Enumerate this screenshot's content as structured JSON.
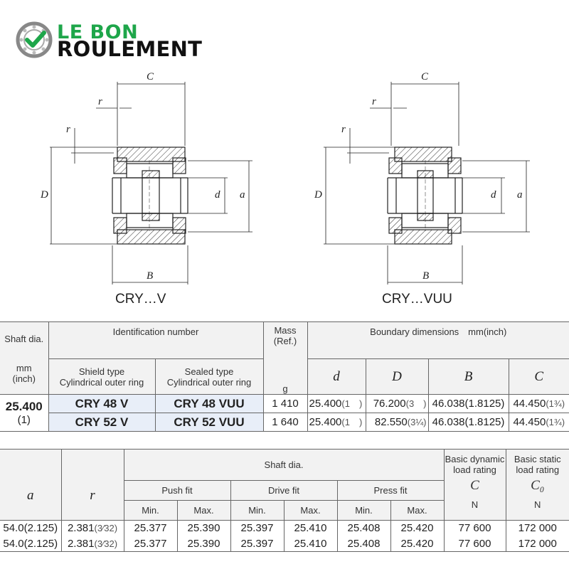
{
  "logo": {
    "line1": "LE BON",
    "line2": "ROULEMENT"
  },
  "drawings": {
    "left_caption": "CRY…V",
    "right_caption": "CRY…VUU",
    "dim_labels": {
      "C": "C",
      "r": "r",
      "D": "D",
      "d": "d",
      "a": "a",
      "B": "B"
    }
  },
  "table1": {
    "h_shaft": "Shaft dia.",
    "h_shaft_unit": "mm",
    "h_shaft_unit2": "(inch)",
    "h_ident": "Identification number",
    "h_shield": "Shield type",
    "h_shield2": "Cylindrical outer ring",
    "h_sealed": "Sealed type",
    "h_sealed2": "Cylindrical outer ring",
    "h_mass": "Mass",
    "h_mass2": "(Ref.)",
    "h_mass_unit": "g",
    "h_boundary": "Boundary dimensions mm(inch)",
    "h_d": "d",
    "h_D": "D",
    "h_B": "B",
    "h_C": "C",
    "shaft_mm": "25.400",
    "shaft_inch": "(1)",
    "rows": [
      {
        "shield": "CRY 48 V",
        "sealed": "CRY 48 VUU",
        "mass": "1 410",
        "d": "25.400",
        "d_in": "(1 )",
        "D": "76.200",
        "D_in": "(3 )",
        "B": "46.038(1.8125)",
        "C": "44.450",
        "C_in": "(1¾)"
      },
      {
        "shield": "CRY 52 V",
        "sealed": "CRY 52 VUU",
        "mass": "1 640",
        "d": "25.400",
        "d_in": "(1 )",
        "D": "82.550",
        "D_in": "(3¼)",
        "B": "46.038(1.8125)",
        "C": "44.450",
        "C_in": "(1¾)"
      }
    ]
  },
  "table2": {
    "h_a": "a",
    "h_r": "r",
    "h_shaftdia": "Shaft dia.",
    "h_push": "Push fit",
    "h_drive": "Drive fit",
    "h_press": "Press fit",
    "h_min": "Min.",
    "h_max": "Max.",
    "h_dyn": "Basic dynamic",
    "h_dyn2": "load rating",
    "h_dyn_sym": "C",
    "h_stat": "Basic static",
    "h_stat2": "load rating",
    "h_stat_sym": "C₀",
    "h_unit": "N",
    "rows": [
      {
        "a": "54.0(2.125)",
        "r": "2.381",
        "r_in": "(3⁄32)",
        "push_min": "25.377",
        "push_max": "25.390",
        "drive_min": "25.397",
        "drive_max": "25.410",
        "press_min": "25.408",
        "press_max": "25.420",
        "dyn": "77 600",
        "stat": "172 000"
      },
      {
        "a": "54.0(2.125)",
        "r": "2.381",
        "r_in": "(3⁄32)",
        "push_min": "25.377",
        "push_max": "25.390",
        "drive_min": "25.397",
        "drive_max": "25.410",
        "press_min": "25.408",
        "press_max": "25.420",
        "dyn": "77 600",
        "stat": "172 000"
      }
    ]
  },
  "colors": {
    "logo_green": "#1ea64a",
    "row_blue": "#e8eef8",
    "header_grey": "#f2f2f2"
  }
}
